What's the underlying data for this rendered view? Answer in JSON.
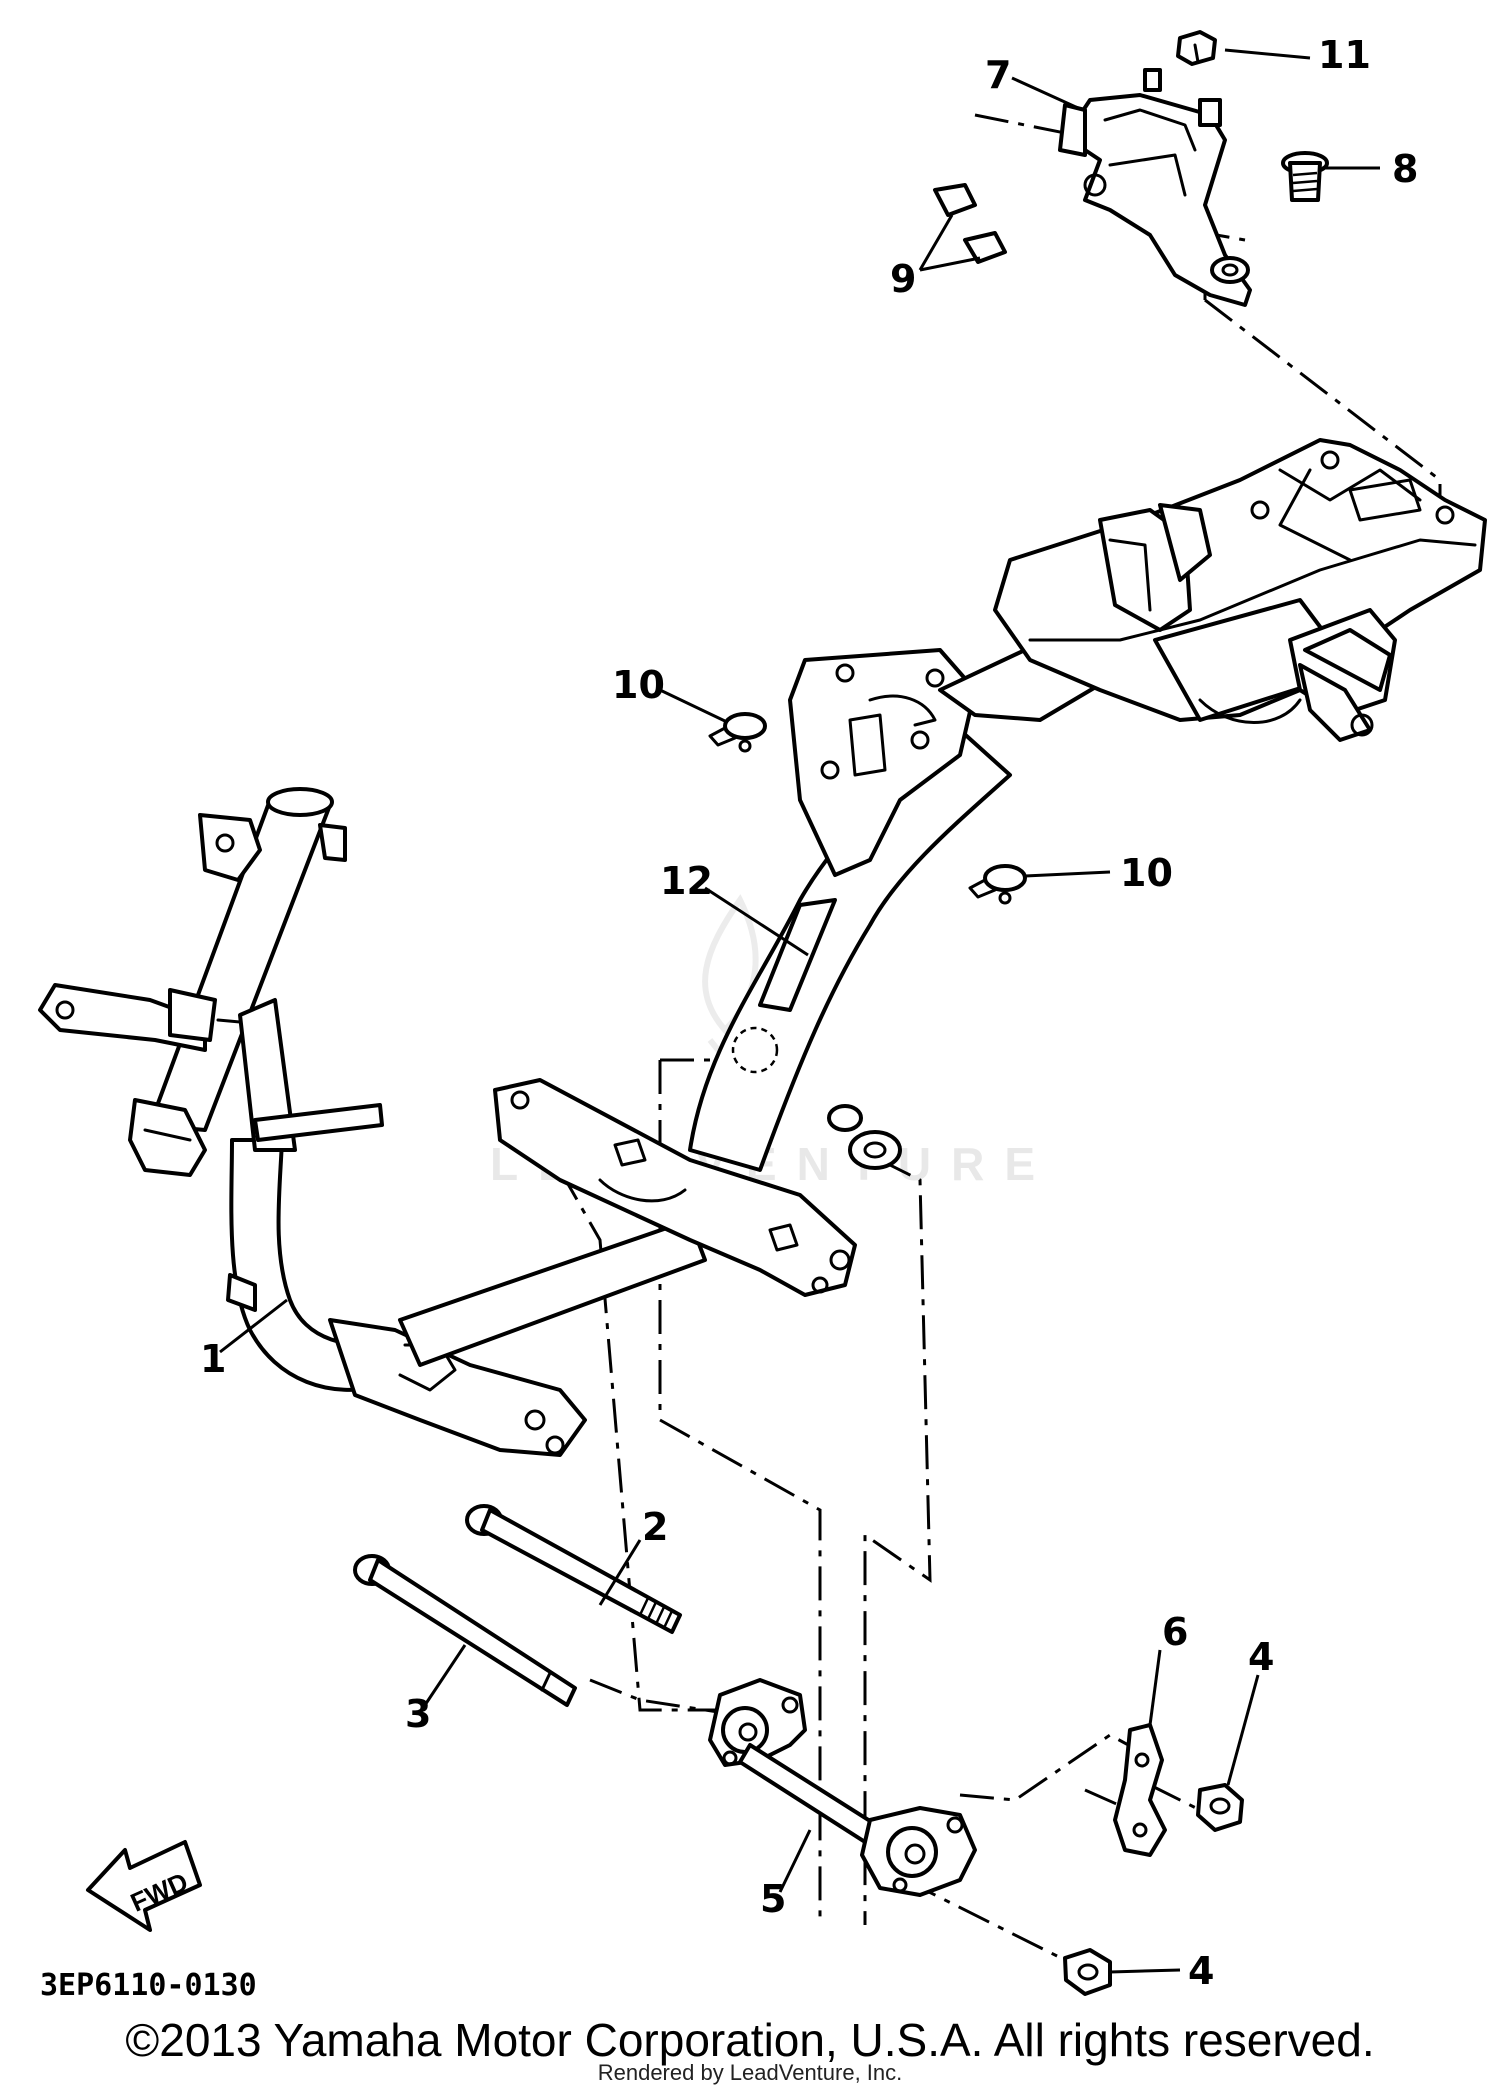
{
  "callouts": {
    "c1": "1",
    "c2": "2",
    "c3": "3",
    "c4a": "4",
    "c4b": "4",
    "c5": "5",
    "c6": "6",
    "c7": "7",
    "c8": "8",
    "c9": "9",
    "c10a": "10",
    "c10b": "10",
    "c11": "11",
    "c12": "12"
  },
  "diagram_ref": "3EP6110-0130",
  "fwd_label": "FWD",
  "watermark": "LEADVENTURE",
  "copyright": "©2013 Yamaha Motor Corporation, U.S.A. All rights reserved.",
  "rendered_by": "Rendered by LeadVenture, Inc.",
  "colors": {
    "ink": "#000000",
    "background": "#ffffff",
    "watermark": "#e8e8e8"
  }
}
